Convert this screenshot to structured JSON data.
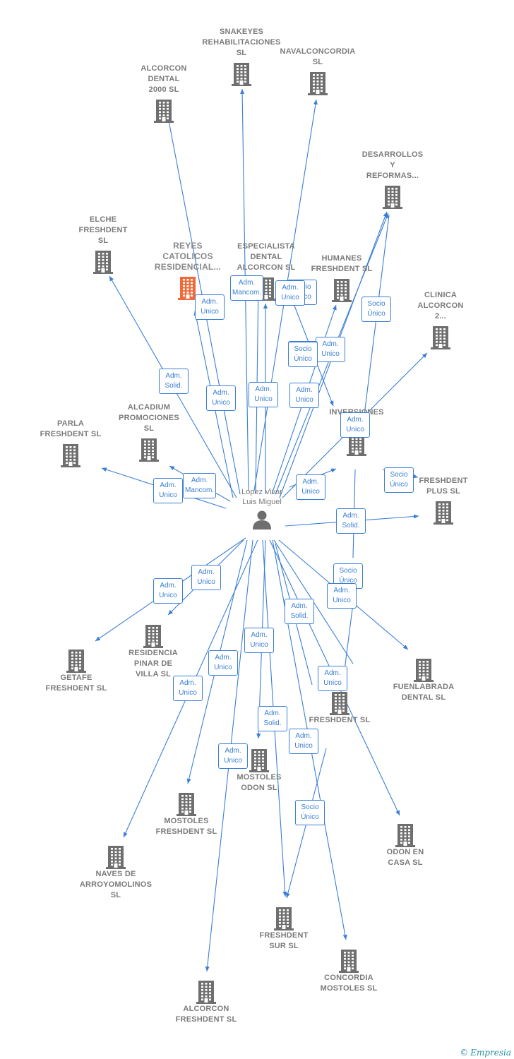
{
  "center": {
    "label_lines": [
      "Lopez Vivar",
      "Luis Miguel"
    ]
  },
  "companies": [
    {
      "id": "snakeyes",
      "lines": [
        "SNAKEYES",
        "REHABILITACIONES",
        "SL"
      ]
    },
    {
      "id": "navalconcordia",
      "lines": [
        "NAVALCONCORDIA",
        "SL"
      ]
    },
    {
      "id": "alcorcon_dental",
      "lines": [
        "ALCORCON",
        "DENTAL",
        "2000  SL"
      ]
    },
    {
      "id": "desarrollos",
      "lines": [
        "DESARROLLOS",
        "Y",
        "REFORMAS..."
      ]
    },
    {
      "id": "elche",
      "lines": [
        "ELCHE",
        "FRESHDENT",
        "SL"
      ]
    },
    {
      "id": "reyes",
      "lines": [
        "REYES",
        "CATOLICOS",
        "RESIDENCIAL..."
      ],
      "highlight": true
    },
    {
      "id": "especialista",
      "lines": [
        "ESPECIALISTA",
        "DENTAL",
        "ALCORCON SL"
      ]
    },
    {
      "id": "humanes",
      "lines": [
        "HUMANES",
        "FRESHDENT SL"
      ]
    },
    {
      "id": "clinica",
      "lines": [
        "CLINICA",
        "ALCORCON",
        "2..."
      ]
    },
    {
      "id": "alcadium",
      "lines": [
        "ALCADIUM",
        "PROMOCIONES",
        "SL"
      ]
    },
    {
      "id": "parla",
      "lines": [
        "PARLA",
        "FRESHDENT SL"
      ]
    },
    {
      "id": "inversiones",
      "lines": [
        "INVERSIONES",
        "D...  ...S"
      ]
    },
    {
      "id": "freshdent_plus",
      "lines": [
        "FRESHDENT",
        "PLUS SL"
      ]
    },
    {
      "id": "residencia",
      "lines": [
        "RESIDENCIA",
        "PINAR DE",
        "VILLA  SL"
      ]
    },
    {
      "id": "getafe",
      "lines": [
        "GETAFE",
        "FRESHDENT SL"
      ]
    },
    {
      "id": "fuenlabrada",
      "lines": [
        "FUENLABRADA",
        "DENTAL SL"
      ]
    },
    {
      "id": "freshdent",
      "lines": [
        "FRESHDENT SL"
      ]
    },
    {
      "id": "mostoles_odon",
      "lines": [
        "MOSTOLES",
        "ODON  SL"
      ]
    },
    {
      "id": "mostoles_freshdent",
      "lines": [
        "MOSTOLES",
        "FRESHDENT SL"
      ]
    },
    {
      "id": "odon_casa",
      "lines": [
        "ODON EN",
        "CASA  SL"
      ]
    },
    {
      "id": "naves",
      "lines": [
        "NAVES DE",
        "ARROYOMOLINOS",
        "SL"
      ]
    },
    {
      "id": "freshdent_sur",
      "lines": [
        "FRESHDENT",
        "SUR SL"
      ]
    },
    {
      "id": "concordia",
      "lines": [
        "CONCORDIA",
        "MOSTOLES  SL"
      ]
    },
    {
      "id": "alcorcon_freshdent",
      "lines": [
        "ALCORCON",
        "FRESHDENT SL"
      ]
    }
  ],
  "roles": [
    {
      "id": "r1",
      "lines": [
        "Adm.",
        "Mancom."
      ]
    },
    {
      "id": "r2",
      "lines": [
        "Adm.",
        "Unico"
      ]
    },
    {
      "id": "r3",
      "lines": [
        "Socio",
        "Único"
      ]
    },
    {
      "id": "r4",
      "lines": [
        "Adm.",
        "Unico"
      ]
    },
    {
      "id": "r5",
      "lines": [
        "Adm.",
        "Unico"
      ]
    },
    {
      "id": "r6",
      "lines": [
        "Socio",
        "Único"
      ]
    },
    {
      "id": "r7",
      "lines": [
        "Adm.",
        "Unico"
      ]
    },
    {
      "id": "r8",
      "lines": [
        "Socio",
        "Único"
      ]
    },
    {
      "id": "r9",
      "lines": [
        "Adm.",
        "Solid."
      ]
    },
    {
      "id": "r10",
      "lines": [
        "Adm.",
        "Unico"
      ]
    },
    {
      "id": "r11",
      "lines": [
        "Adm.",
        "Unico"
      ]
    },
    {
      "id": "r12",
      "lines": [
        "Adm.",
        "Unico"
      ]
    },
    {
      "id": "r13",
      "lines": [
        "Adm.",
        "Unico"
      ]
    },
    {
      "id": "r14",
      "lines": [
        "Adm.",
        "Mancom."
      ]
    },
    {
      "id": "r15",
      "lines": [
        "Adm.",
        "Unico"
      ]
    },
    {
      "id": "r16",
      "lines": [
        "Adm.",
        "Unico"
      ]
    },
    {
      "id": "r17",
      "lines": [
        "Socio",
        "Único"
      ]
    },
    {
      "id": "r18",
      "lines": [
        "Adm.",
        "Solid."
      ]
    },
    {
      "id": "r19",
      "lines": [
        "Adm.",
        "Unico"
      ]
    },
    {
      "id": "r20",
      "lines": [
        "Adm.",
        "Unico"
      ]
    },
    {
      "id": "r21",
      "lines": [
        "Socio",
        "Único"
      ]
    },
    {
      "id": "r22",
      "lines": [
        "Adm.",
        "Unico"
      ]
    },
    {
      "id": "r23",
      "lines": [
        "Adm.",
        "Solid."
      ]
    },
    {
      "id": "r24",
      "lines": [
        "Adm.",
        "Unico"
      ]
    },
    {
      "id": "r25",
      "lines": [
        "Adm.",
        "Unico"
      ]
    },
    {
      "id": "r26",
      "lines": [
        "Adm.",
        "Unico"
      ]
    },
    {
      "id": "r27",
      "lines": [
        "Adm.",
        "Unico"
      ]
    },
    {
      "id": "r28",
      "lines": [
        "Adm.",
        "Solid."
      ]
    },
    {
      "id": "r29",
      "lines": [
        "Adm.",
        "Unico"
      ]
    },
    {
      "id": "r30",
      "lines": [
        "Adm.",
        "Unico"
      ]
    },
    {
      "id": "r31",
      "lines": [
        "Socio",
        "Único"
      ]
    }
  ],
  "colors": {
    "edge": "#3a7fd5",
    "building": "#6f6f6f",
    "highlight": "#f26a3a",
    "person": "#6f6f6f"
  },
  "brand": {
    "symbol": "©",
    "name": "Empresia"
  }
}
